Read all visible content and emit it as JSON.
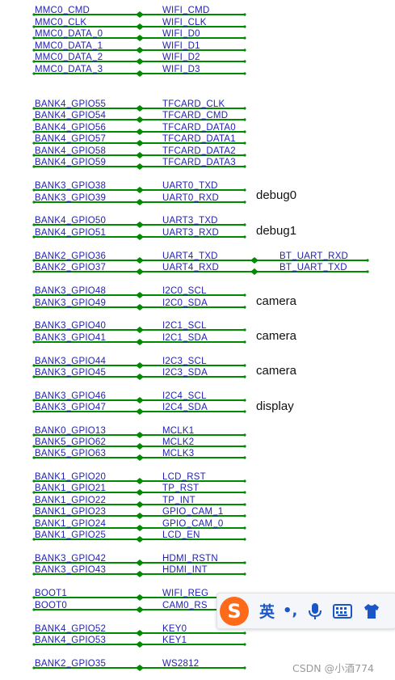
{
  "nets": [
    {
      "left": "MMC0_CMD",
      "right": "WIFI_CMD"
    },
    {
      "left": "MMC0_CLK",
      "right": "WIFI_CLK"
    },
    {
      "left": "MMC0_DATA_0",
      "right": "WIFI_D0"
    },
    {
      "left": "MMC0_DATA_1",
      "right": "WIFI_D1"
    },
    {
      "left": "MMC0_DATA_2",
      "right": "WIFI_D2"
    },
    {
      "left": "MMC0_DATA_3",
      "right": "WIFI_D3"
    },
    {
      "left": "BANK4_GPIO55",
      "right": "TFCARD_CLK"
    },
    {
      "left": "BANK4_GPIO54",
      "right": "TFCARD_CMD"
    },
    {
      "left": "BANK4_GPIO56",
      "right": "TFCARD_DATA0"
    },
    {
      "left": "BANK4_GPIO57",
      "right": "TFCARD_DATA1"
    },
    {
      "left": "BANK4_GPIO58",
      "right": "TFCARD_DATA2"
    },
    {
      "left": "BANK4_GPIO59",
      "right": "TFCARD_DATA3"
    },
    {
      "left": "BANK3_GPIO38",
      "right": "UART0_TXD"
    },
    {
      "left": "BANK3_GPIO39",
      "right": "UART0_RXD"
    },
    {
      "left": "BANK4_GPIO50",
      "right": "UART3_TXD"
    },
    {
      "left": "BANK4_GPIO51",
      "right": "UART3_RXD"
    },
    {
      "left": "BANK2_GPIO36",
      "right": "UART4_TXD",
      "extra": "BT_UART_RXD"
    },
    {
      "left": "BANK2_GPIO37",
      "right": "UART4_RXD",
      "extra": "BT_UART_TXD"
    },
    {
      "left": "BANK3_GPIO48",
      "right": "I2C0_SCL"
    },
    {
      "left": "BANK3_GPIO49",
      "right": "I2C0_SDA"
    },
    {
      "left": "BANK3_GPIO40",
      "right": "I2C1_SCL"
    },
    {
      "left": "BANK3_GPIO41",
      "right": "I2C1_SDA"
    },
    {
      "left": "BANK3_GPIO44",
      "right": "I2C3_SCL"
    },
    {
      "left": "BANK3_GPIO45",
      "right": "I2C3_SDA"
    },
    {
      "left": "BANK3_GPIO46",
      "right": "I2C4_SCL"
    },
    {
      "left": "BANK3_GPIO47",
      "right": "I2C4_SDA"
    },
    {
      "left": "BANK0_GPIO13",
      "right": "MCLK1"
    },
    {
      "left": "BANK5_GPIO62",
      "right": "MCLK2"
    },
    {
      "left": "BANK5_GPIO63",
      "right": "MCLK3"
    },
    {
      "left": "BANK1_GPIO20",
      "right": "LCD_RST"
    },
    {
      "left": "BANK1_GPIO21",
      "right": "TP_RST"
    },
    {
      "left": "BANK1_GPIO22",
      "right": "TP_INT"
    },
    {
      "left": "BANK1_GPIO23",
      "right": "GPIO_CAM_1"
    },
    {
      "left": "BANK1_GPIO24",
      "right": "GPIO_CAM_0"
    },
    {
      "left": "BANK1_GPIO25",
      "right": "LCD_EN"
    },
    {
      "left": "BANK3_GPIO42",
      "right": "HDMI_RSTN"
    },
    {
      "left": "BANK3_GPIO43",
      "right": "HDMI_INT"
    },
    {
      "left": "BOOT1",
      "right": "WIFI_REG"
    },
    {
      "left": "BOOT0",
      "right": "CAM0_RS"
    },
    {
      "left": "BANK4_GPIO52",
      "right": "KEY0"
    },
    {
      "left": "BANK4_GPIO53",
      "right": "KEY1"
    },
    {
      "left": "BANK2_GPIO35",
      "right": "WS2812"
    }
  ],
  "notes": [
    "debug0",
    "debug1",
    "camera",
    "camera",
    "camera",
    "display"
  ],
  "ime": {
    "logo": "S",
    "lang": "英",
    "punct": "•,"
  },
  "watermark": "CSDN @小酒774",
  "colors": {
    "wire": "#008a00",
    "label": "#1f1fb4"
  }
}
